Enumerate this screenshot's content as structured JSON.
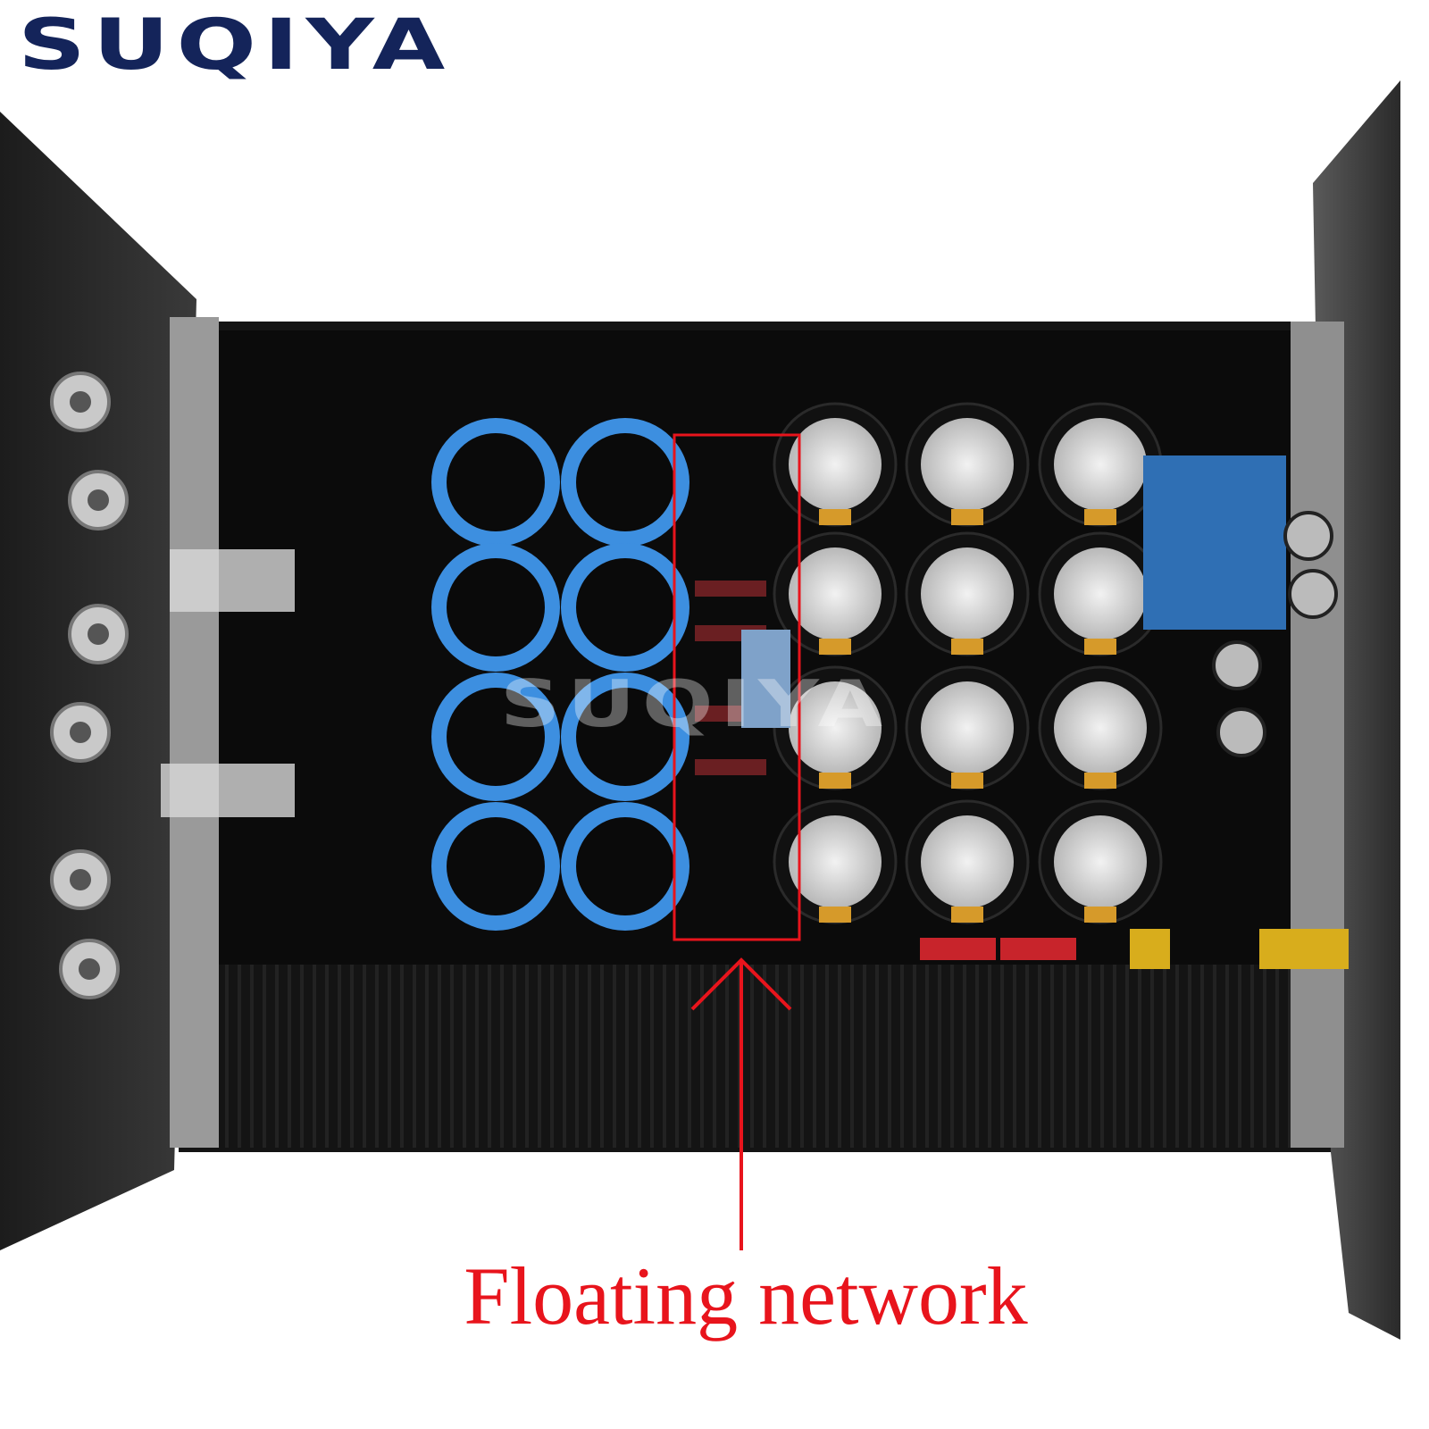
{
  "brand": {
    "logo_text": "SUQIYA",
    "watermark_text": "SUQIYA"
  },
  "annotation": {
    "caption": "Floating network",
    "color": "#e8141c"
  },
  "colors": {
    "logo": "#14245a",
    "pcb": "#0b0b0b",
    "blue_capacitor": "#3d8fe0",
    "highlight_box": "#e8141c"
  }
}
